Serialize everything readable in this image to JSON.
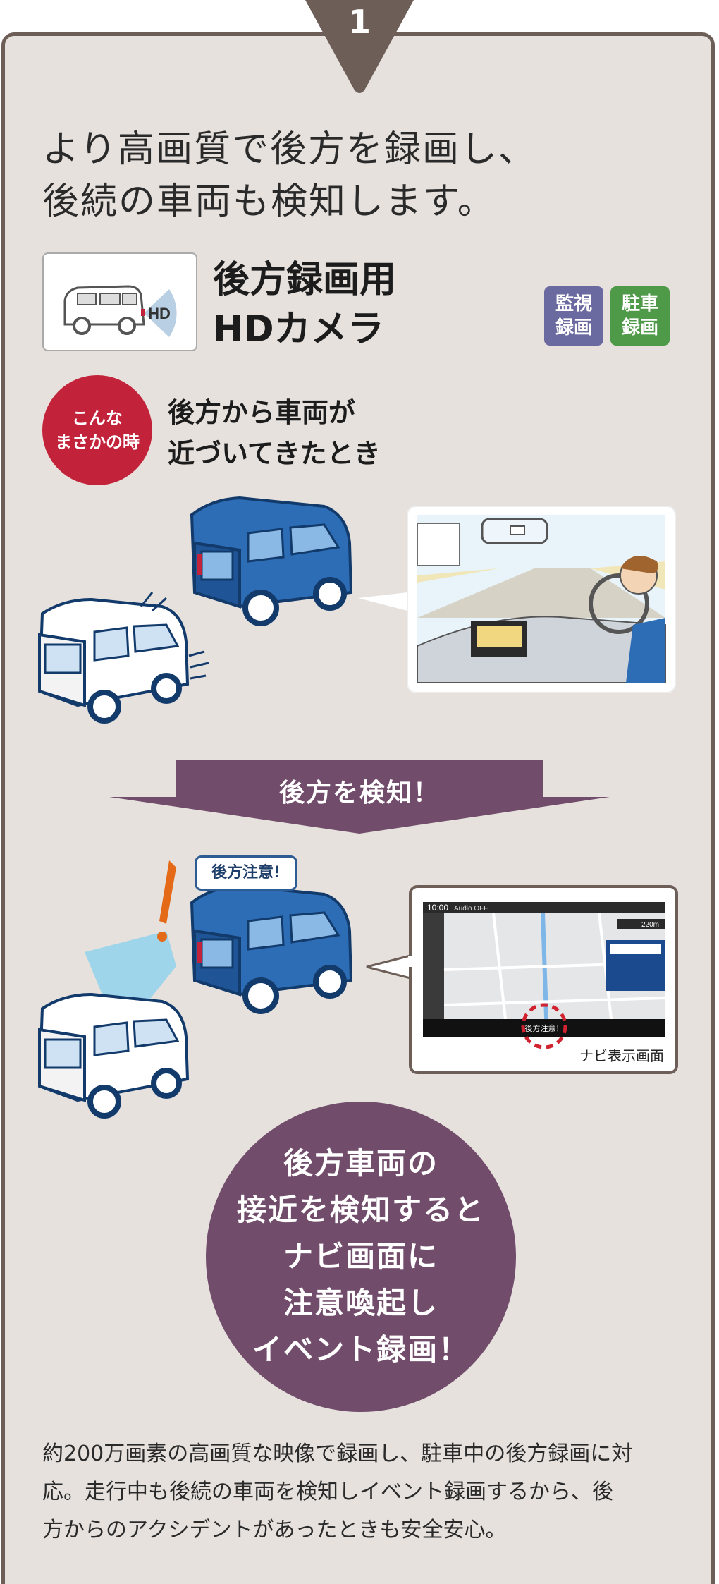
{
  "step": {
    "number": "1"
  },
  "headline": {
    "line1": "より高画質で後方を録画し、",
    "line2": "後続の車両も検知します。"
  },
  "product": {
    "title_line1": "後方録画用",
    "title_line2": "HDカメラ",
    "camera_label": "HD"
  },
  "badges": [
    {
      "line1": "監視",
      "line2": "録画",
      "color": "#6a6aa0"
    },
    {
      "line1": "駐車",
      "line2": "録画",
      "color": "#4f9a48"
    }
  ],
  "case": {
    "circle_line1": "こんな",
    "circle_line2": "まさかの時",
    "text_line1": "後方から車両が",
    "text_line2": "近づいてきたとき"
  },
  "banner": {
    "text": "後方を検知！"
  },
  "warning": {
    "bubble": "後方注意!"
  },
  "nav": {
    "time": "10:00",
    "audio": "Audio OFF",
    "distance": "220m",
    "alert": "後方注意！",
    "caption": "ナビ表示画面"
  },
  "summary": {
    "line1": "後方車両の",
    "line2": "接近を検知すると",
    "line3": "ナビ画面に",
    "line4": "注意喚起し",
    "line5": "イベント録画！"
  },
  "body": {
    "line1": "約200万画素の高画質な映像で録画し、駐車中の後方録画に対",
    "line2": "応。走行中も後続の車両を検知しイベント録画するから、後",
    "line3": "方からのアクシデントがあったときも安全安心。"
  },
  "colors": {
    "frame": "#6d5e58",
    "background": "#e6e1dd",
    "accent_purple": "#714d6b",
    "accent_red": "#c2233a",
    "car_blue": "#2c6db5"
  }
}
